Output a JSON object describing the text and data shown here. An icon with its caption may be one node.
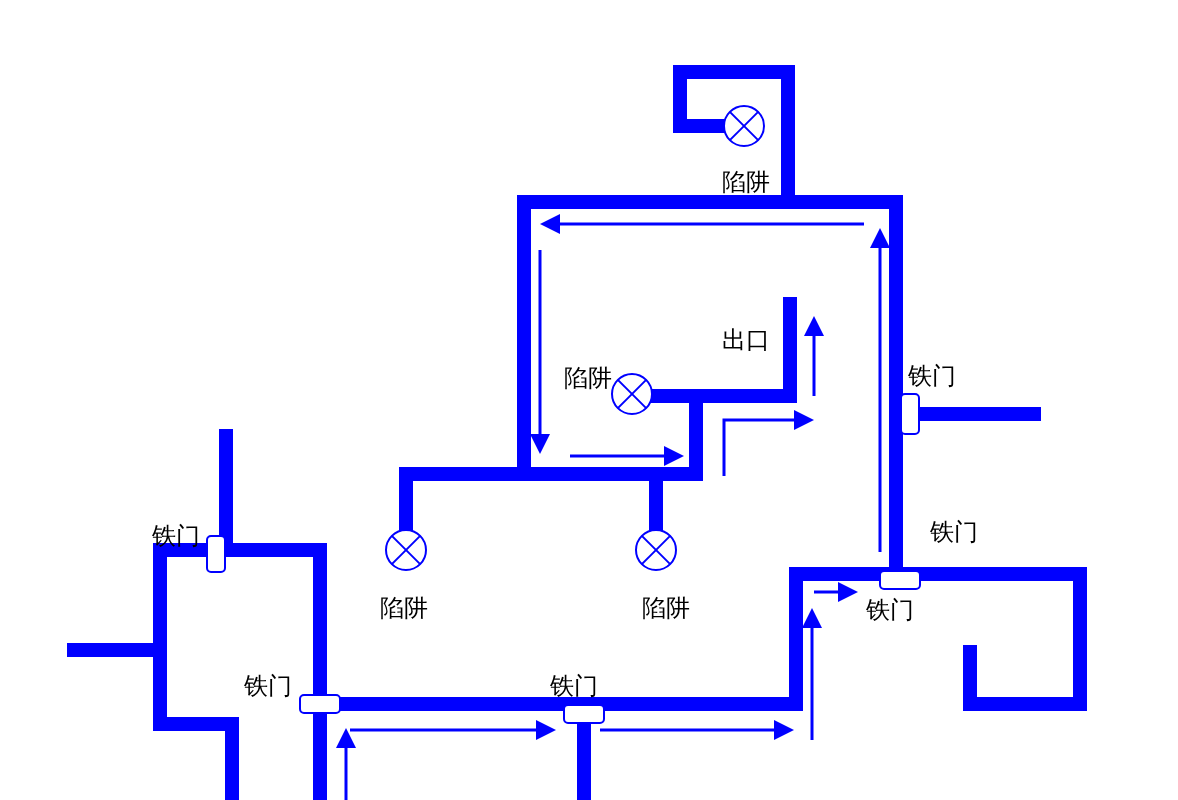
{
  "diagram": {
    "labels": [
      "陷阱",
      "出口",
      "陷阱",
      "铁门",
      "铁门",
      "铁门",
      "陷阱",
      "陷阱",
      "铁门",
      "铁门",
      "铁门"
    ]
  }
}
